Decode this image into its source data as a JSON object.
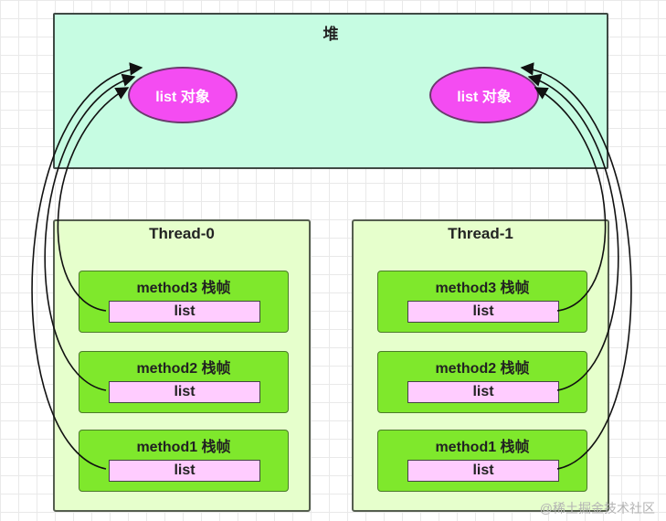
{
  "heap": {
    "title": "堆",
    "objects": [
      {
        "label": "list 对象"
      },
      {
        "label": "list 对象"
      }
    ]
  },
  "threads": [
    {
      "title": "Thread-0",
      "frames": [
        {
          "title": "method3 栈帧",
          "var": "list"
        },
        {
          "title": "method2 栈帧",
          "var": "list"
        },
        {
          "title": "method1 栈帧",
          "var": "list"
        }
      ]
    },
    {
      "title": "Thread-1",
      "frames": [
        {
          "title": "method3 栈帧",
          "var": "list"
        },
        {
          "title": "method2 栈帧",
          "var": "list"
        },
        {
          "title": "method1 栈帧",
          "var": "list"
        }
      ]
    }
  ],
  "watermark": "@稀土掘金技术社区",
  "colors": {
    "heap_fill": "#c6fce2",
    "object_fill": "#f44cf2",
    "thread_fill": "#e6ffcc",
    "frame_fill": "#7fe82c",
    "var_fill": "#ffccff"
  }
}
